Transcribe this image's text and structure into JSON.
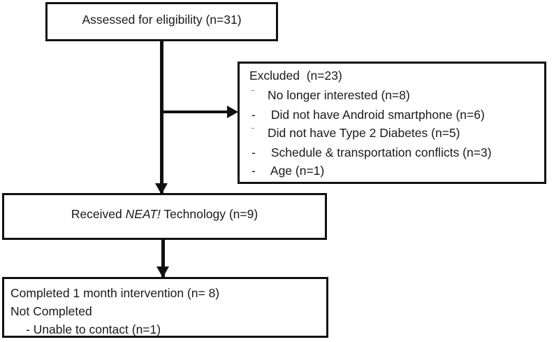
{
  "diagram": {
    "type": "flowchart",
    "title": "Participant enrollment flow diagram",
    "line_color": "#111111",
    "background_color": "#ffffff",
    "text_color": "#1a1a1a"
  },
  "nodes": {
    "assessed": {
      "label": "Assessed for eligibility (n=31)",
      "n": 31
    },
    "excluded": {
      "title": "Excluded  (n=23)",
      "n": 23,
      "reasons": [
        {
          "marker": "¨",
          "marker_style": "raised",
          "label": "No longer interested (n=8)",
          "n": 8
        },
        {
          "marker": "-",
          "marker_style": "dash",
          "label": " Did not have Android smartphone (n=6)",
          "n": 6
        },
        {
          "marker": "¨",
          "marker_style": "raised",
          "label": "Did not have Type 2 Diabetes (n=5)",
          "n": 5
        },
        {
          "marker": "-",
          "marker_style": "dash",
          "label": " Schedule & transportation conflicts (n=3)",
          "n": 3
        },
        {
          "marker": "-",
          "marker_style": "dash",
          "label": " Age (n=1)",
          "n": 1
        }
      ]
    },
    "received": {
      "label_before": "Received ",
      "label_italic": "NEAT!",
      "label_after": " Technology (n=9)",
      "n": 9
    },
    "completed": {
      "line1": "Completed 1 month intervention (n= 8)",
      "line2": "Not Completed",
      "line3": "- Unable to contact (n=1)",
      "n_completed": 8,
      "n_not_completed": 1
    }
  },
  "edges": [
    {
      "from": "assessed",
      "to": "excluded",
      "direction": "right",
      "arrowhead": true
    },
    {
      "from": "assessed",
      "to": "received",
      "direction": "down",
      "arrowhead": true
    },
    {
      "from": "received",
      "to": "completed",
      "direction": "down",
      "arrowhead": true
    }
  ]
}
